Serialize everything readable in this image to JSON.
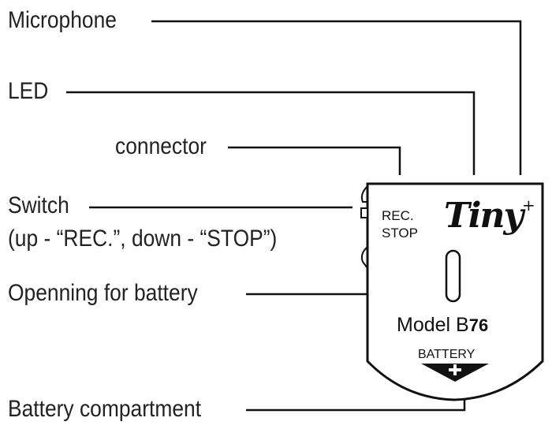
{
  "labels": {
    "microphone": "Microphone",
    "led": "LED",
    "connector": "connector",
    "switch": "Switch",
    "switch_note": "(up - “REC.”, down - “STOP”)",
    "battery_opening": "Openning for battery",
    "battery_compartment": "Battery compartment"
  },
  "device": {
    "rec_label": "REC.",
    "stop_label": "STOP",
    "brand": "Tiny",
    "brand_suffix": "+",
    "model": "Model B",
    "model_number": "76",
    "battery_label": "BATTERY",
    "battery_symbol": "+"
  },
  "colors": {
    "line": "#111111",
    "text": "#222222"
  }
}
